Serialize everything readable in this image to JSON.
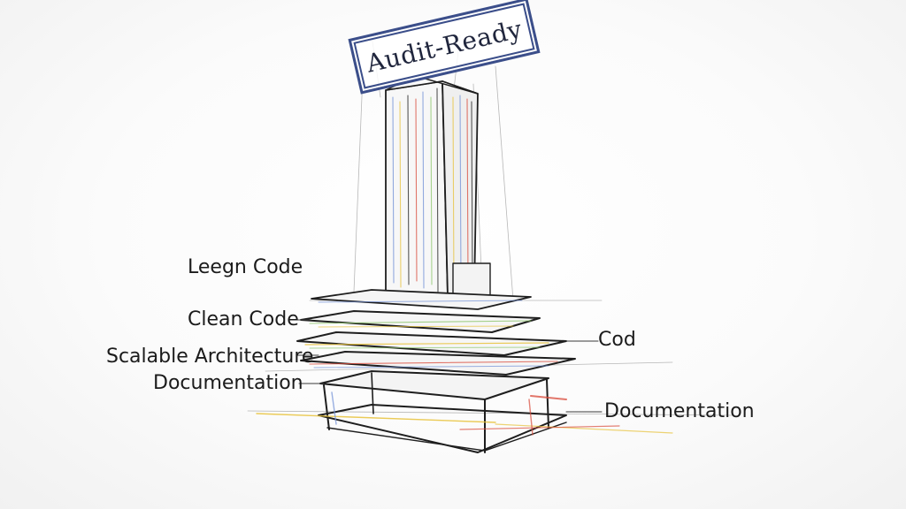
{
  "stamp": {
    "text": "Audit-Ready"
  },
  "labels": {
    "left_1": "Leegn Code",
    "left_2": "Clean Code",
    "left_3": "Scalable Architecture",
    "left_4": "Documentation",
    "right_1": "Cod",
    "right_2": "Documentation"
  },
  "palette": {
    "ink": "#1e1e1e",
    "stamp_blue": "#3b4e8a",
    "accent_yellow": "#e7c23a",
    "accent_red": "#d94a3a",
    "accent_blue": "#6f8fd6",
    "accent_green": "#8cc66a"
  }
}
